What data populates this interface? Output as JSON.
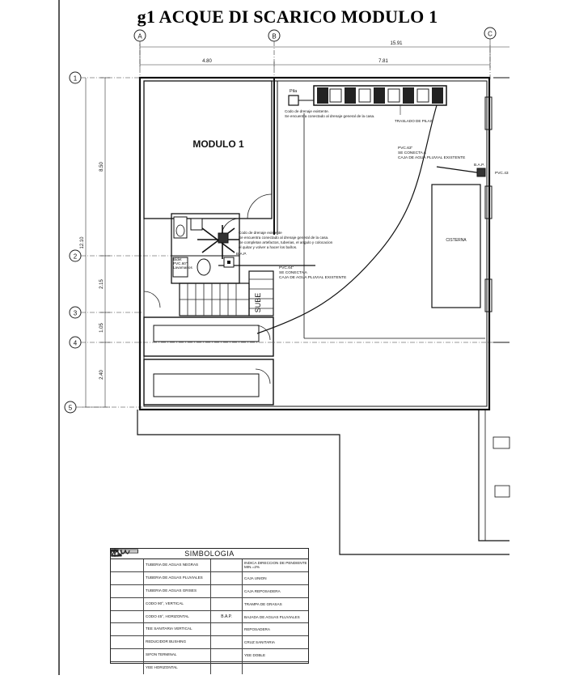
{
  "title": "g1 ACQUE DI SCARICO MODULO 1",
  "grid": {
    "columns": [
      "A",
      "B",
      "C"
    ],
    "rows": [
      "1",
      "2",
      "3",
      "4",
      "5"
    ]
  },
  "dimensions": {
    "top_total": "15.91",
    "top_left": "4.80",
    "top_right": "7.81",
    "left_total": "12.10",
    "left_1": "8.50",
    "left_2": "2.15",
    "left_3": "1.05",
    "left_4": "2.40"
  },
  "room_label": "MODULO 1",
  "cistern_label": "CISTERNA",
  "stair_label": "SUBE",
  "notes": {
    "pila": "Pila",
    "existing_drain_1": "Codo de drenaje existente.",
    "existing_drain_2": "Se encuentra conectado al drenaje general de la casa.",
    "move_sinks": "TRASLADO DE PILAS",
    "pvc_right_1": "PVC.63\"",
    "pvc_right_2": "SE CONECTA A",
    "pvc_right_3": "CAJA DE AGUA PLUVIAL EXISTENTE",
    "bap_right": "B.A.P.",
    "pvc_edge": "PVC.43",
    "mid_1": "Codo de drenaje existente",
    "mid_2": "Se encuentra conectado al drenaje general de la casa.",
    "mid_3": "Se completan artefactos, tuberias, el angulo y colocacion",
    "mid_4": "el quitar y volver a hacer los baños.",
    "bap_mid": "B.A.P.",
    "pvc_mid_1": "PVC.64\"",
    "pvc_mid_2": "SE CONECTA A",
    "pvc_mid_3": "CAJA DE AGUA PLUVIAL EXISTENTE",
    "bidet": "Bidet",
    "pvc_small": "PVC.60\"",
    "lavamanos": "Lavamanos"
  },
  "legend": {
    "title": "SIMBOLOGIA",
    "rows": [
      {
        "left": "TUBERIA DE AGUAS NEGRAS",
        "right": "INDICA DIRECCION DE PENDIENTE MIN.=2%"
      },
      {
        "left": "TUBERIA DE AGUAS PLUVIALES",
        "right": "CAJA UNION"
      },
      {
        "left": "TUBERIA DE AGUAS GRISES",
        "right": "CAJA REPOSADERA"
      },
      {
        "left": "CODO 90°, VERTICAL",
        "right": "TRAMPA DE GRASAS"
      },
      {
        "left": "CODO 45°, HORIZONTAL",
        "right": "BAJADA DE AGUAS PLUVIALES",
        "sym2": "B.A.P."
      },
      {
        "left": "TEE SANITARIA VERTICAL",
        "right": "REPOSADERA"
      },
      {
        "left": "REDUCIDOR BUSHING",
        "right": "CRUZ SANITARIA"
      },
      {
        "left": "SIFON TERMINAL",
        "right": "YEE DOBLE"
      },
      {
        "left": "YEE HORIZONTAL",
        "right": ""
      }
    ]
  }
}
